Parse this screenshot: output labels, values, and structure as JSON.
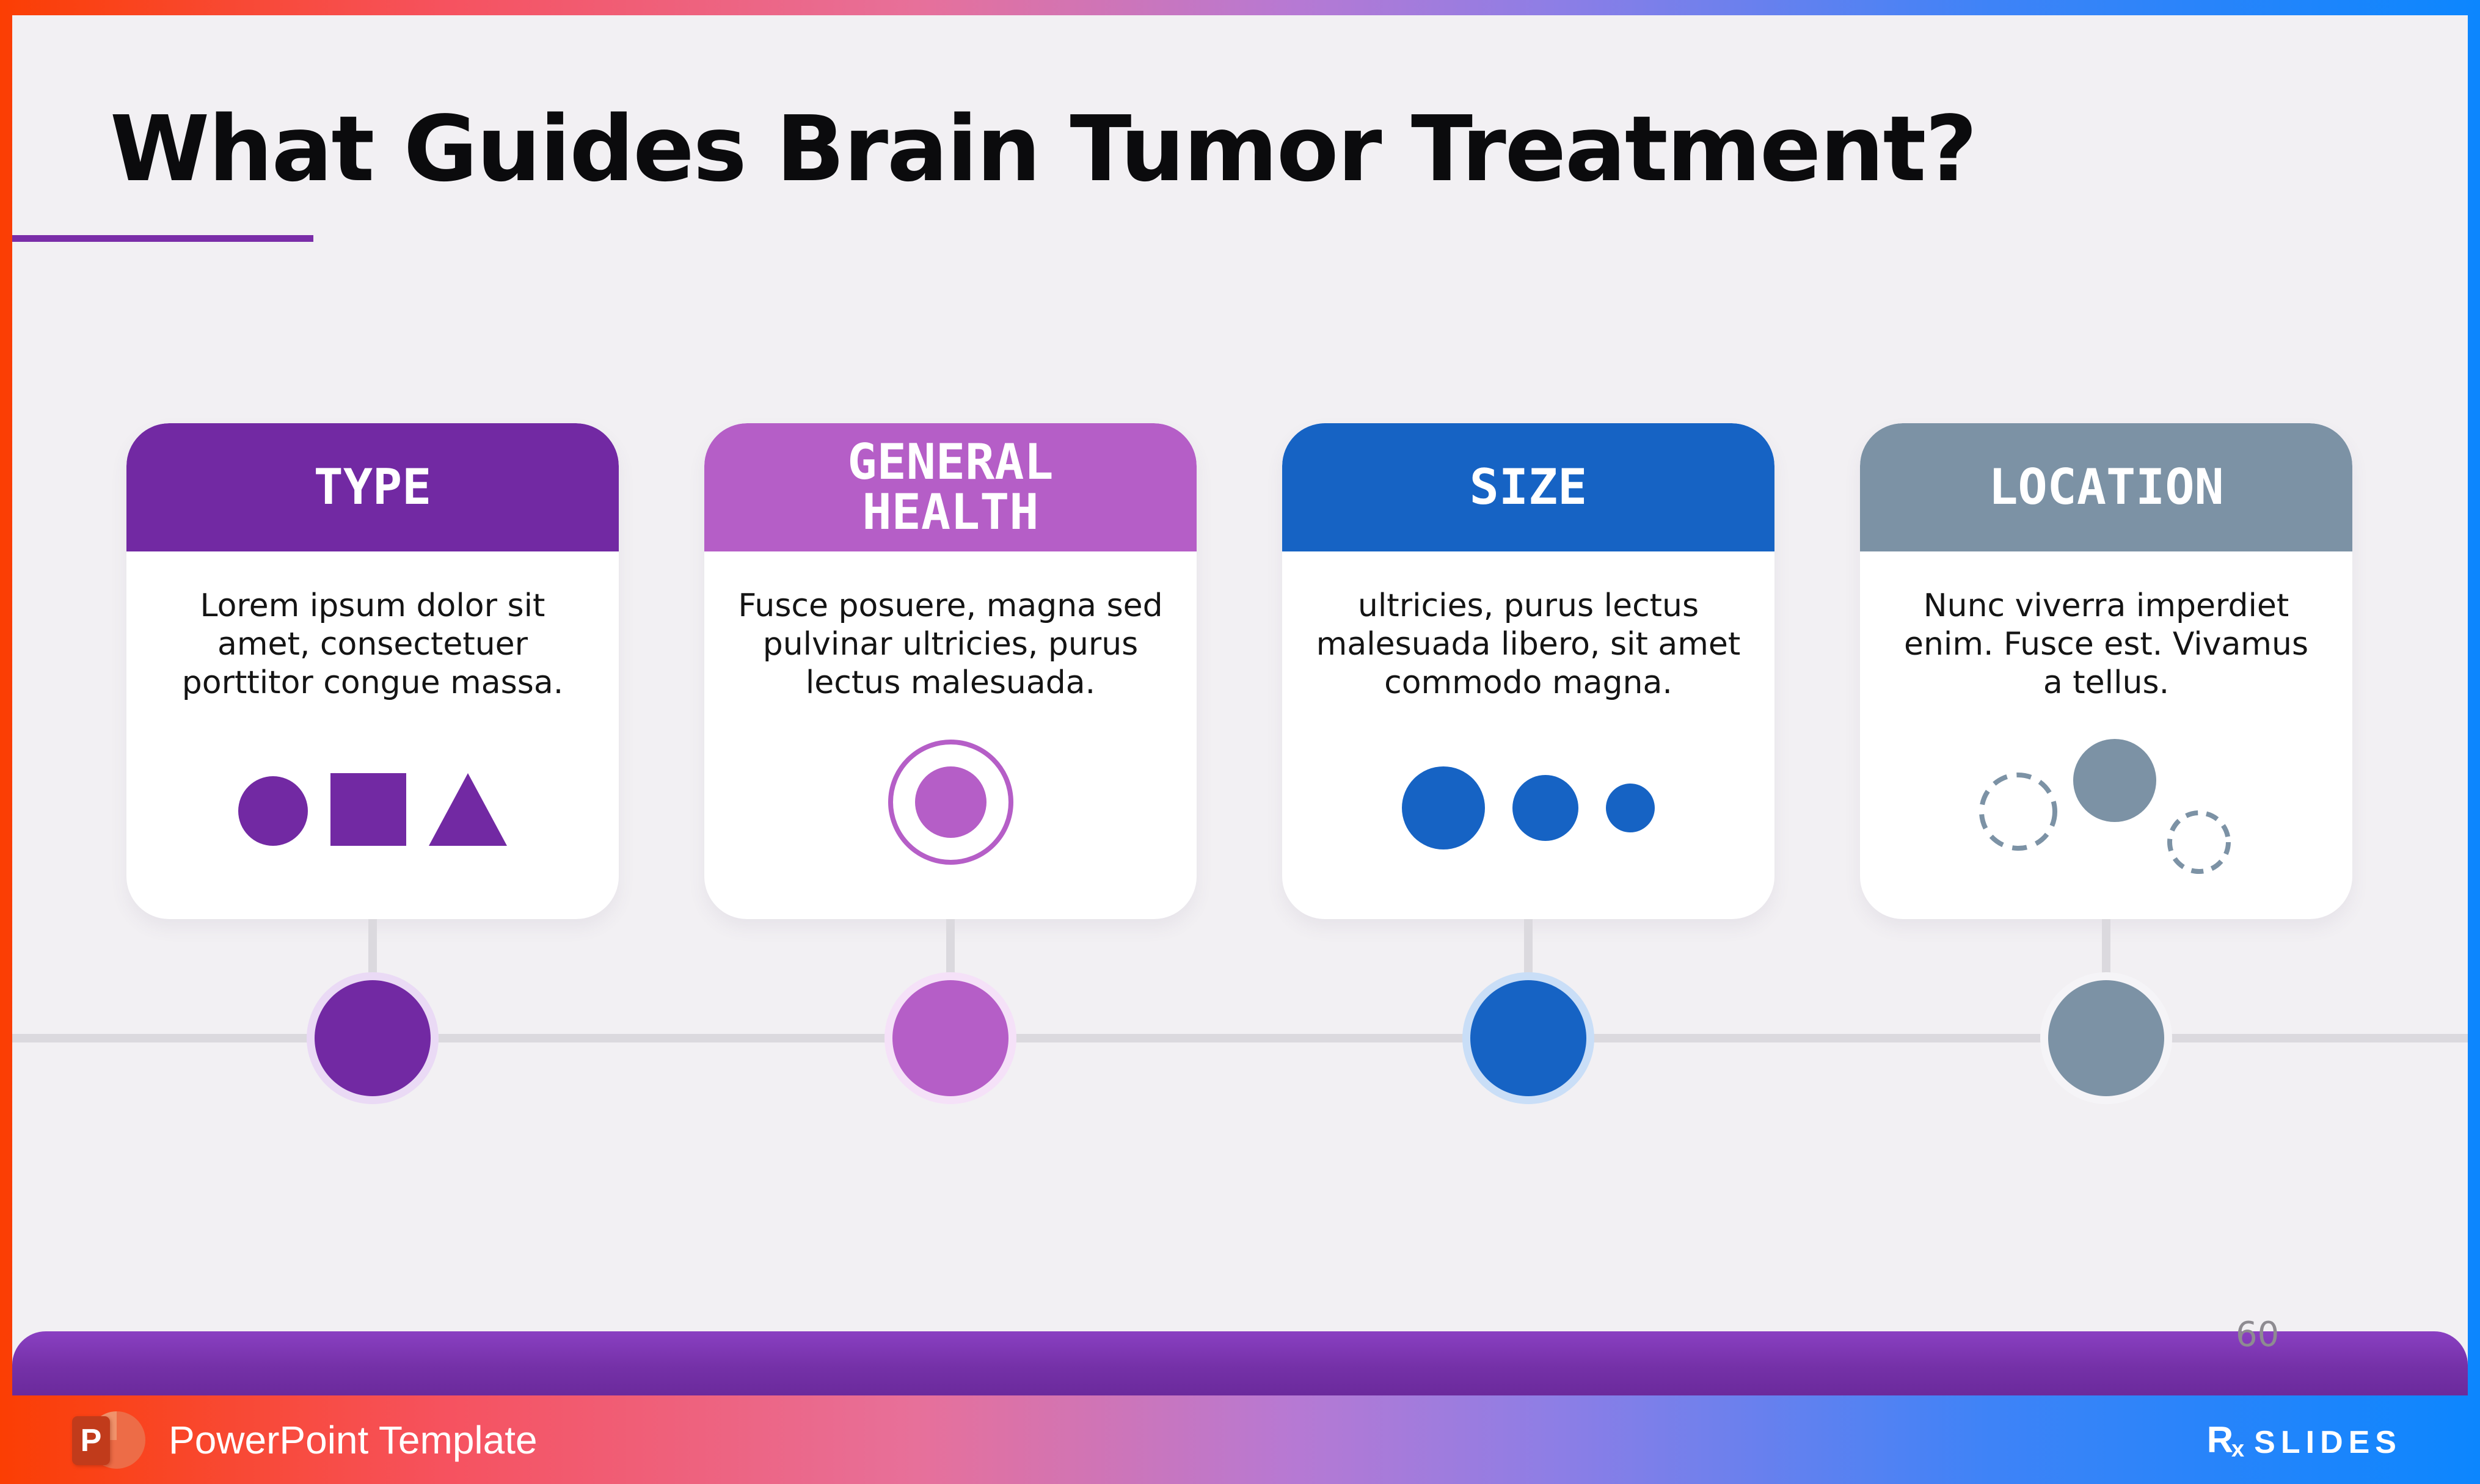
{
  "slide": {
    "title": "What Guides Brain Tumor Treatment?",
    "page_number": "60",
    "background_color": "#f2f0f3",
    "accent_underline_color": "#7a2da8"
  },
  "cards": [
    {
      "label": "TYPE",
      "body": "Lorem ipsum dolor sit amet, consectetuer porttitor congue massa.",
      "color": "#7229a3",
      "halo": "#eadaf5",
      "icon": "shapes-icon"
    },
    {
      "label": "GENERAL HEALTH",
      "body": "Fusce posuere, magna sed pulvinar ultricies, purus lectus malesuada.",
      "color": "#b55ec7",
      "halo": "#f5e1f8",
      "icon": "target-icon"
    },
    {
      "label": "SIZE",
      "body": "ultricies, purus lectus malesuada libero, sit amet commodo magna.",
      "color": "#1663c4",
      "halo": "#c9def7",
      "icon": "dots-decreasing-icon"
    },
    {
      "label": "LOCATION",
      "body": "Nunc viverra imperdiet enim. Fusce est. Vivamus a tellus.",
      "color": "#7c92a5",
      "halo": "#f5f4f7",
      "icon": "location-circles-icon"
    }
  ],
  "footer": {
    "app_label": "PowerPoint Template",
    "app_icon_letter": "P",
    "logo_r": "R",
    "logo_x": "x",
    "logo_slides": "SLIDES"
  },
  "frame": {
    "gradient": [
      "#fb3e03",
      "#f6525f",
      "#e7709a",
      "#b779d3",
      "#8c7ee6",
      "#3f83f7",
      "#0c86fe"
    ],
    "bottom_bar_color": "#7531a8"
  }
}
